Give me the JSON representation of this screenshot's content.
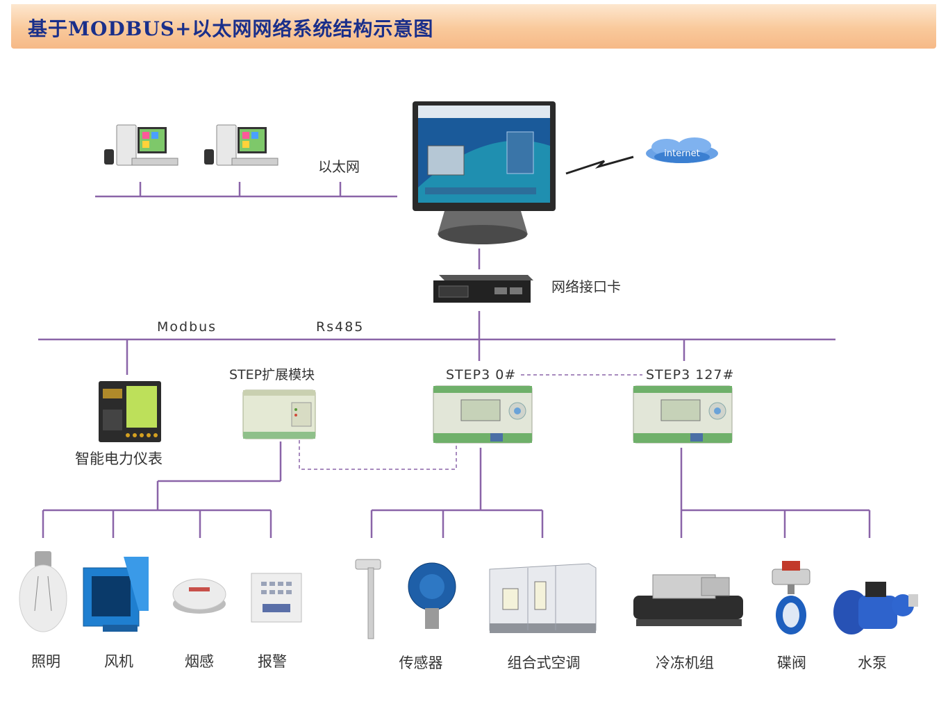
{
  "title": "基于MODBUS+以太网网络系统结构示意图",
  "labels": {
    "ethernet": "以太网",
    "internet": "internet",
    "network_card": "网络接口卡",
    "modbus": "Modbus",
    "rs485": "Rs485",
    "step_expansion": "STEP扩展模块",
    "step3_0": "STEP3 0#",
    "step3_127": "STEP3 127#",
    "power_meter": "智能电力仪表"
  },
  "devices": {
    "lighting": "照明",
    "fan": "风机",
    "smoke": "烟感",
    "alarm": "报警",
    "sensor": "传感器",
    "ahu": "组合式空调",
    "chiller": "冷冻机组",
    "butterfly_valve": "碟阀",
    "water_pump": "水泵"
  },
  "colors": {
    "line": "#8a64a8",
    "title_text": "#1a2f8a",
    "title_bg": "#f9c99b"
  }
}
